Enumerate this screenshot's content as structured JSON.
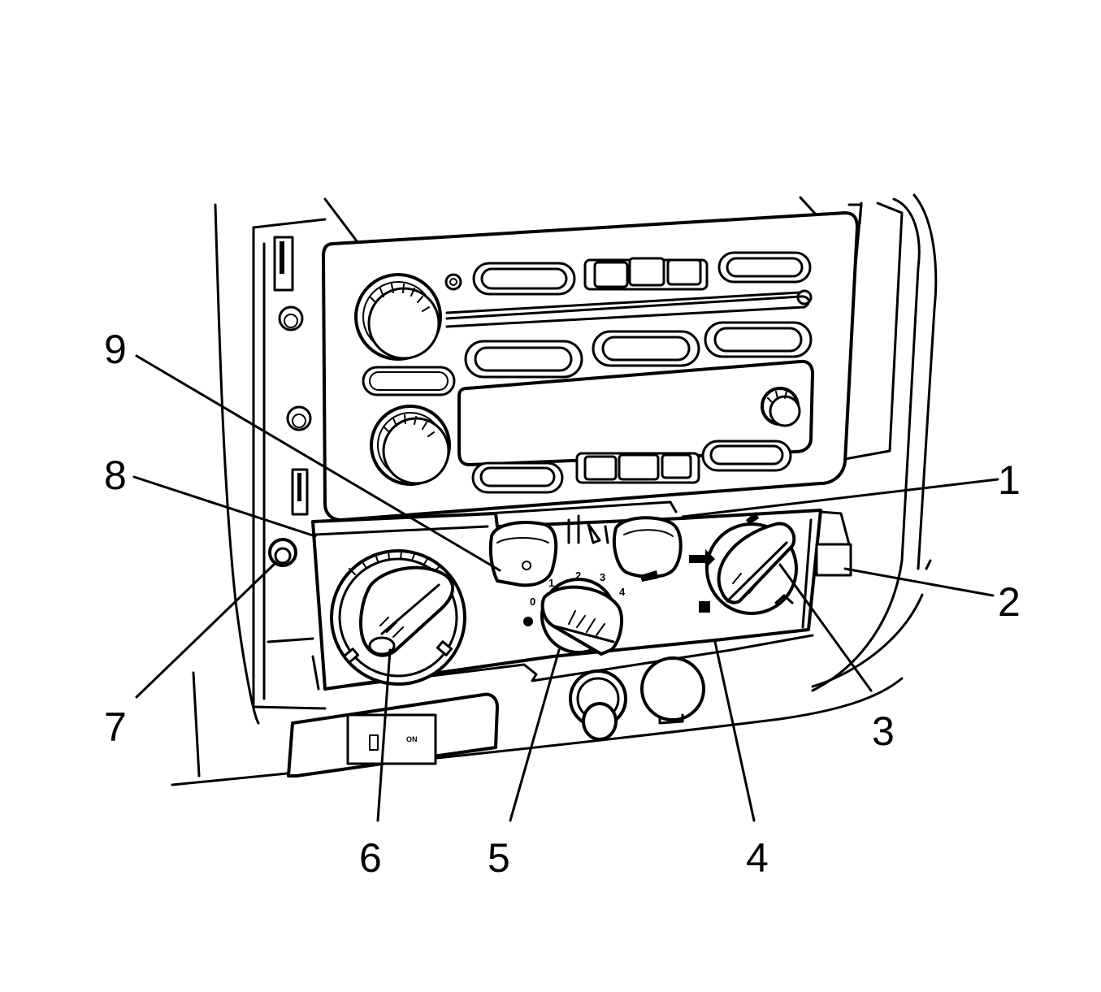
{
  "callouts": [
    {
      "id": "1",
      "label": "1"
    },
    {
      "id": "2",
      "label": "2"
    },
    {
      "id": "3",
      "label": "3"
    },
    {
      "id": "4",
      "label": "4"
    },
    {
      "id": "5",
      "label": "5"
    },
    {
      "id": "6",
      "label": "6"
    },
    {
      "id": "7",
      "label": "7"
    },
    {
      "id": "8",
      "label": "8"
    },
    {
      "id": "9",
      "label": "9"
    }
  ],
  "fan_scale": [
    "0",
    "1",
    "2",
    "3",
    "4"
  ],
  "switch_label": "ON",
  "icons": [
    "defrost-icon",
    "recirculation-icon",
    "vent-icon",
    "floor-icon",
    "snowflake-icon"
  ]
}
